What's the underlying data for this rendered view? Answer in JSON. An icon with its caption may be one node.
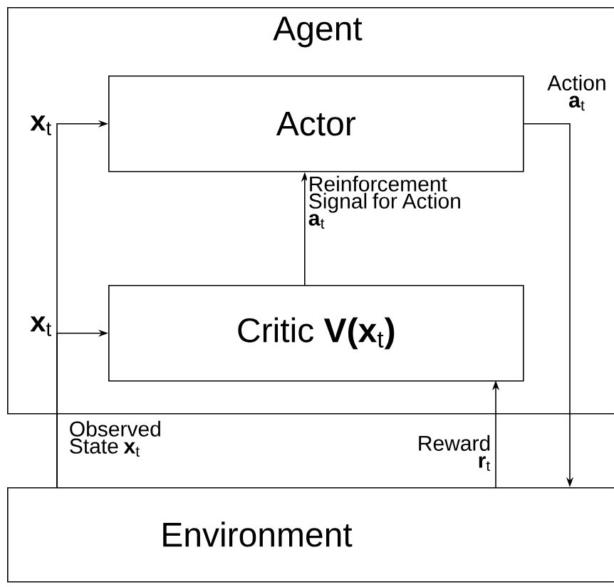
{
  "diagram": {
    "nodes": [
      {
        "text": [
          "Agent"
        ]
      },
      {
        "text": [
          "Actor"
        ],
        "in": 0
      },
      {
        "text": [
          "Critic **V(x**$_{t}$**)**"
        ],
        "in": 0
      },
      {
        "text": [
          "Environment"
        ]
      }
    ],
    "edges": [
      {
        "from": 3,
        "to": 1,
        "arrow": "to",
        "label": "**x**$_{t}$"
      },
      {
        "from": 3,
        "to": 2,
        "arrow": "to",
        "label": "**x**$_{t}$"
      },
      {
        "from": 2,
        "to": 1,
        "arrow": "to",
        "label": "Reinforcement Signal for Action **a**$_{t}$"
      },
      {
        "from": 3,
        "to": 2,
        "arrow": "to",
        "label": "Reward **r**$_{t}$"
      },
      {
        "from": 1,
        "to": 3,
        "arrow": "to",
        "label": "Action **a**$_{t}$"
      }
    ],
    "labels": [
      "Observed State **x**$_{t}$"
    ]
  }
}
